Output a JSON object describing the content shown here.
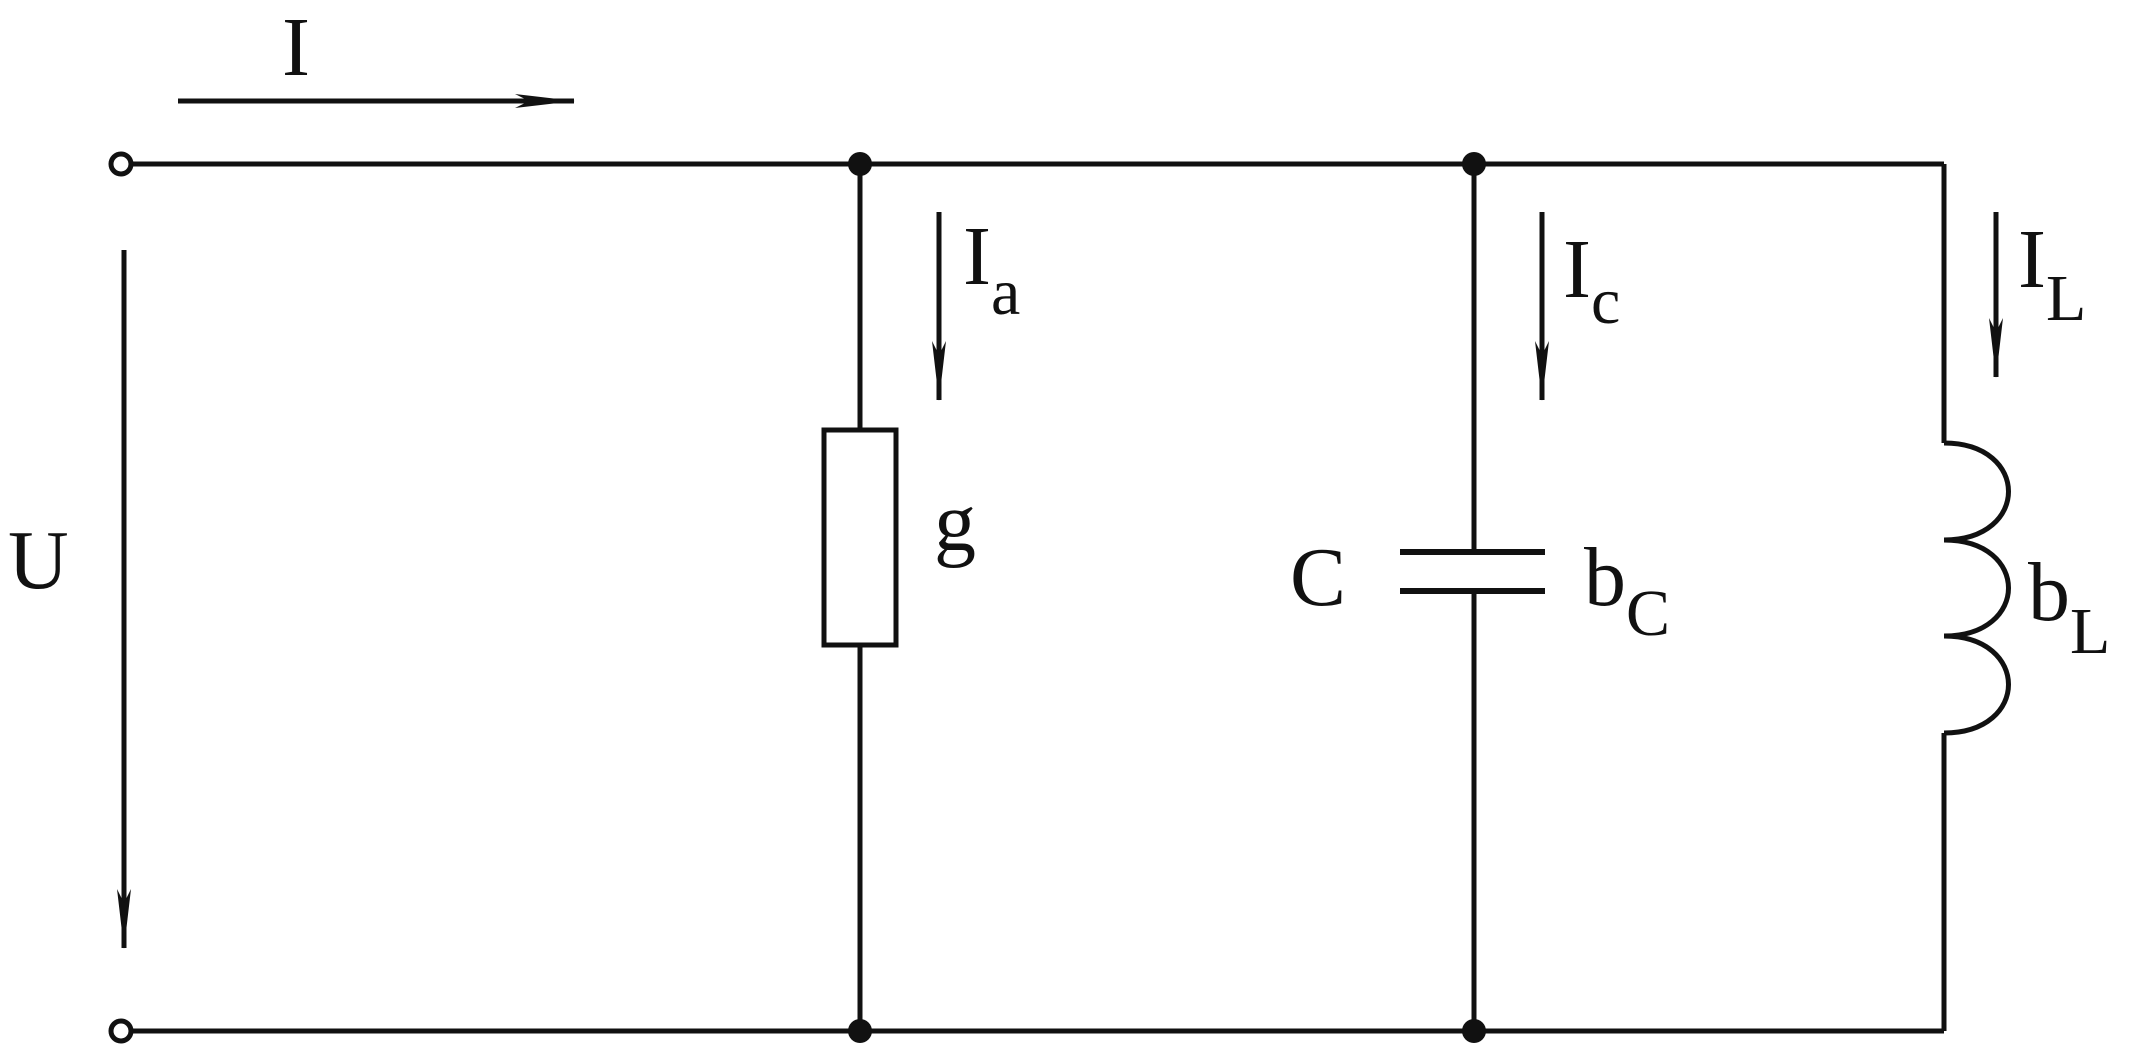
{
  "diagram": {
    "type": "parallel-circuit",
    "stroke_color": "#111111",
    "background": "#ffffff",
    "labels": {
      "current_total": "I",
      "voltage": "U",
      "current_resistor": {
        "main": "I",
        "sub": "a"
      },
      "current_capacitor": {
        "main": "I",
        "sub": "c"
      },
      "current_inductor": {
        "main": "I",
        "sub": "L"
      },
      "conductance": "g",
      "capacitor_name": "C",
      "capacitive_susceptance": {
        "main": "b",
        "sub": "C"
      },
      "inductive_susceptance": {
        "main": "b",
        "sub": "L"
      }
    },
    "components": [
      {
        "kind": "resistor",
        "symbol": "rectangle",
        "label": "g"
      },
      {
        "kind": "capacitor",
        "symbol": "parallel-plates",
        "label": "C"
      },
      {
        "kind": "inductor",
        "symbol": "coil-3-loops",
        "label": "b_L"
      }
    ]
  }
}
